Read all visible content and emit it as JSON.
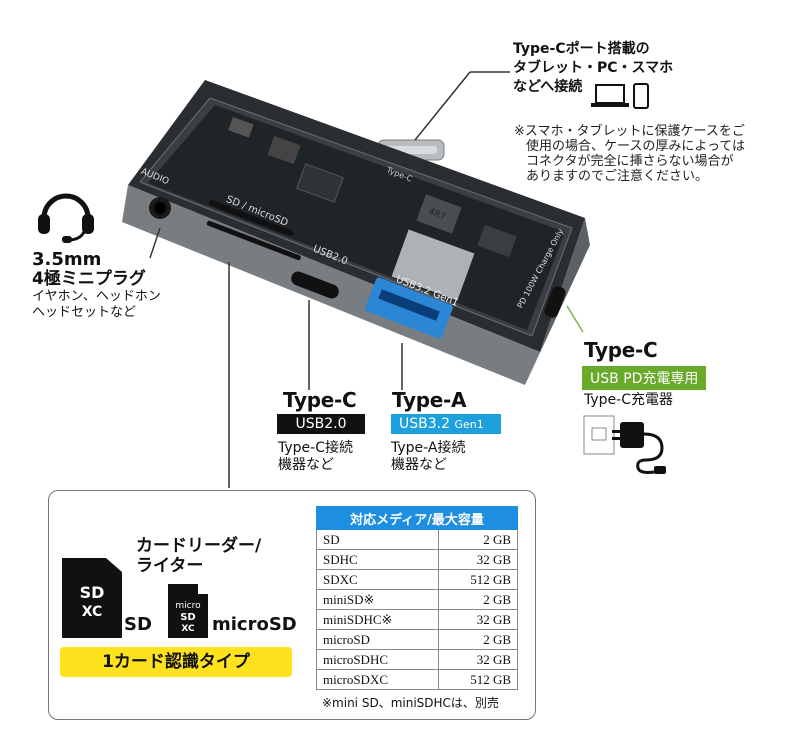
{
  "top_note": {
    "line1": "Type-Cポート搭載の",
    "line2": "タブレット・PC・スマホ",
    "line3": "などへ接続"
  },
  "case_note": {
    "line1": "※スマホ・タブレットに保護ケースをご",
    "line2": "使用の場合、ケースの厚みによっては",
    "line3": "コネクタが完全に挿さらない場合が",
    "line4": "ありますのでご注意ください。"
  },
  "audio": {
    "title1": "3.5mm",
    "title2": "4極ミニプラグ",
    "desc1": "イヤホン、ヘッドホン",
    "desc2": "ヘッドセットなど"
  },
  "device_labels": {
    "audio": "AUDIO",
    "sd": "SD / microSD",
    "usb2": "USB2.0",
    "usb3": "USB3.2 Gen1",
    "typec_plug": "Type-C",
    "pd": "PD 100W Charge Only",
    "chip": "4R7"
  },
  "pd_port": {
    "title": "Type-C",
    "badge": "USB PD充電専用",
    "desc": "Type-C充電器",
    "badge_color": "#6aaa2a"
  },
  "usb2_port": {
    "title": "Type-C",
    "badge": "USB2.0",
    "desc1": "Type-C接続",
    "desc2": "機器など",
    "badge_color": "#111111"
  },
  "usb3_port": {
    "title": "Type-A",
    "badge": "USB3.2",
    "badge_sub": "Gen1",
    "desc1": "Type-A接続",
    "desc2": "機器など",
    "badge_color": "#1ea0dc"
  },
  "card_reader": {
    "title1": "カードリーダー/",
    "title2": "ライター",
    "sd_label": "SD",
    "microsd_label": "microSD",
    "sd_logo": "SD XC",
    "micro_logo": "micro SD XC",
    "banner": "1カード認識タイプ"
  },
  "media_table": {
    "header": "対応メディア/最大容量",
    "rows": [
      [
        "SD",
        "2 GB"
      ],
      [
        "SDHC",
        "32 GB"
      ],
      [
        "SDXC",
        "512 GB"
      ],
      [
        "miniSD※",
        "2 GB"
      ],
      [
        "miniSDHC※",
        "32 GB"
      ],
      [
        "microSD",
        "2 GB"
      ],
      [
        "microSDHC",
        "32 GB"
      ],
      [
        "microSDXC",
        "512 GB"
      ]
    ],
    "footnote": "※mini SD、miniSDHCは、別売"
  }
}
